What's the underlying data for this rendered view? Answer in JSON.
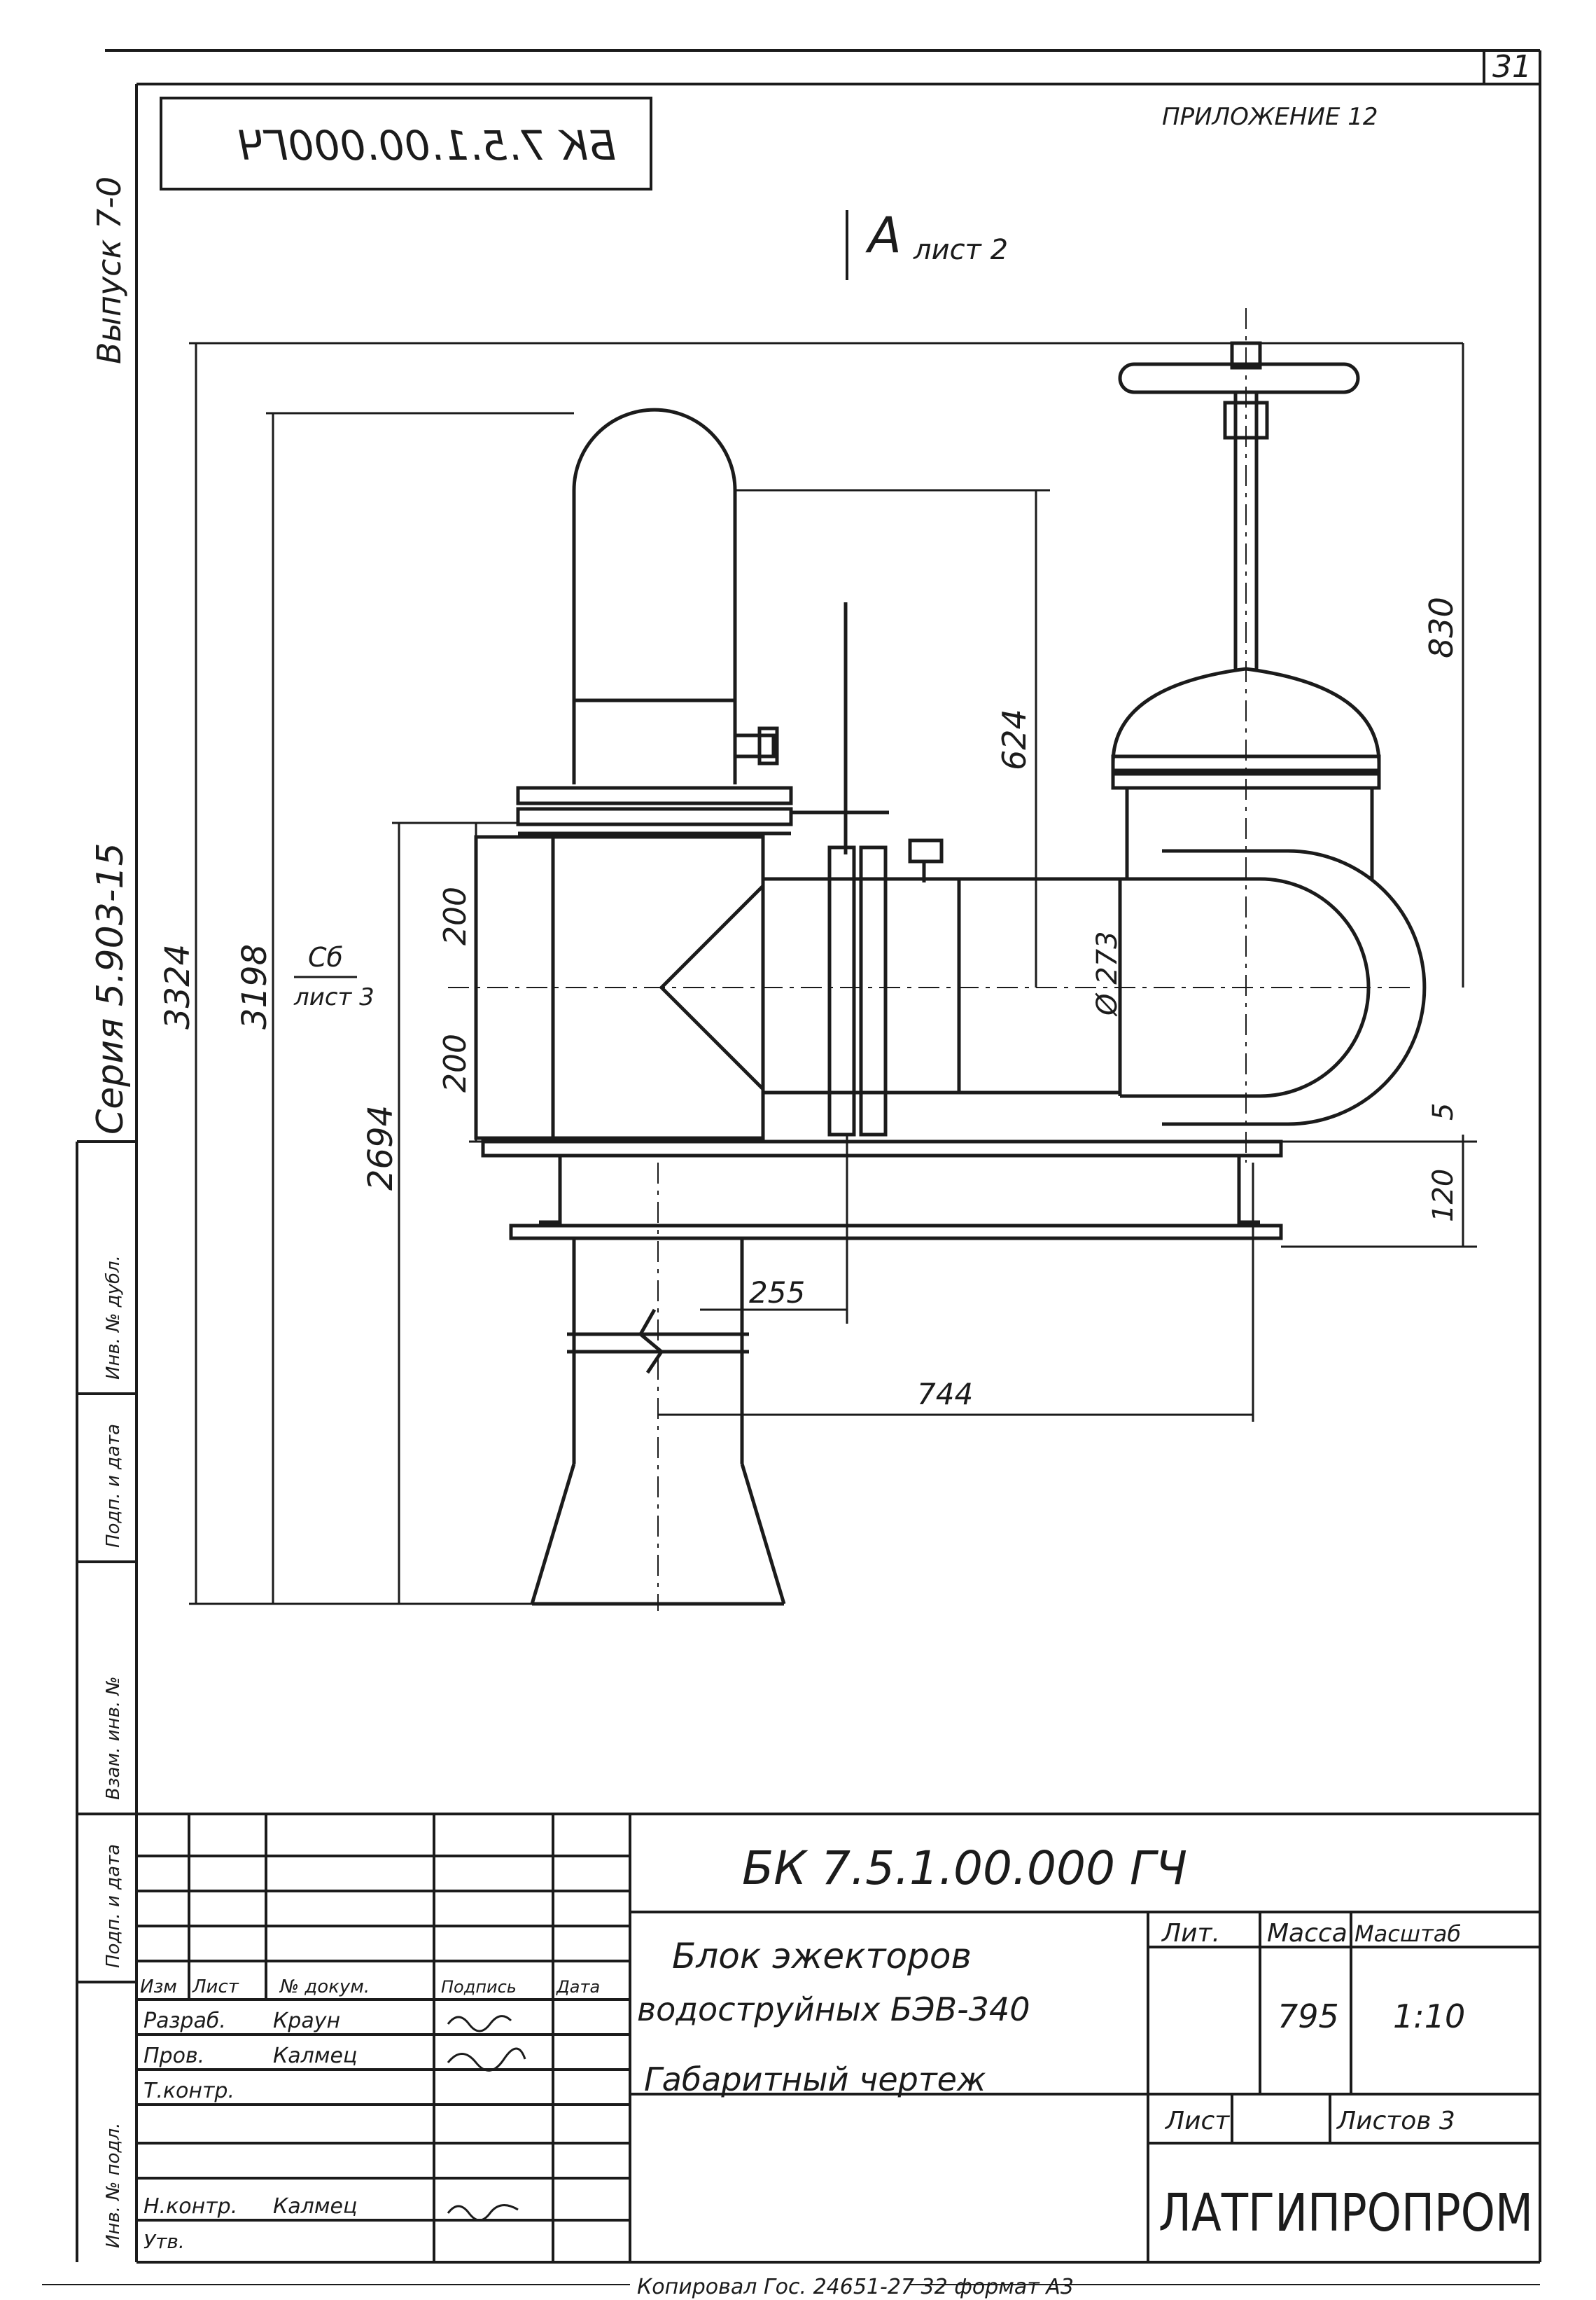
{
  "page_number": "31",
  "appendix_label": "ПРИЛОЖЕНИЕ 12",
  "top_code_mirrored": "БК 7.5.1.00.000ГЧ",
  "series_text": "Серия 5.903-15",
  "issue_text": "Выпуск 7-0",
  "view_marker": {
    "letter": "А",
    "sheet_ref": "лист 2"
  },
  "section_marker": {
    "letters": "Сб",
    "sheet_ref": "лист 3"
  },
  "dimensions": {
    "overall_height": "3324",
    "height_to_cap": "3198",
    "height_to_pipe": "2694",
    "upper_200": "200",
    "lower_200": "200",
    "valve_624": "624",
    "valve_830": "830",
    "diameter": "Ø 273",
    "gap_5": "5",
    "base_120": "120",
    "offset_255": "255",
    "offset_744": "744"
  },
  "left_strip_labels": [
    "Инв. № подл.",
    "Подп. и дата",
    "Взам. инв. №",
    "Подп. и дата",
    "Инв. № дубл."
  ],
  "title_block": {
    "drawing_code": "БК 7.5.1.00.000 ГЧ",
    "title_line1": "Блок эжекторов",
    "title_line2": "водоструйных БЭВ-340",
    "title_line3": "Габаритный чертеж",
    "col_headers": [
      "Изм",
      "Лист",
      "№ докум.",
      "Подпись",
      "Дата"
    ],
    "rows": [
      {
        "role": "Разраб.",
        "name": "Краун",
        "sign": "signature"
      },
      {
        "role": "Пров.",
        "name": "Калмец",
        "sign": "signature"
      },
      {
        "role": "Т.контр.",
        "name": "",
        "sign": ""
      },
      {
        "role": "Н.контр.",
        "name": "Калмец",
        "sign": "signature"
      },
      {
        "role": "Утв.",
        "name": "",
        "sign": ""
      }
    ],
    "lit_label": "Лит.",
    "mass_label": "Масса",
    "mass_value": "795",
    "scale_label": "Масштаб",
    "scale_value": "1:10",
    "sheet_label": "Лист",
    "sheets_label": "Листов 3",
    "organization": "ЛАТГИПРОПРОМ"
  },
  "footer_text": "Копировал   Гос. 24651-27   32   формат А3"
}
